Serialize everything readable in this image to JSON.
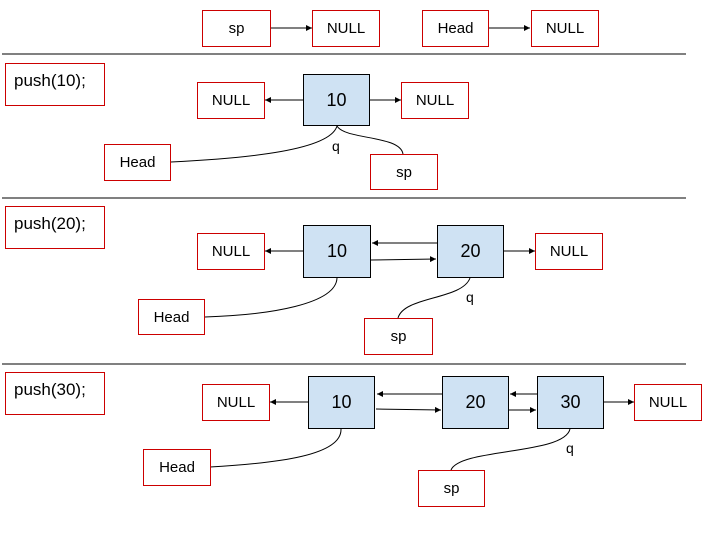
{
  "labels": {
    "sp": "sp",
    "null": "NULL",
    "head": "Head",
    "q": "q"
  },
  "steps": [
    {
      "code": "push(10);",
      "nodes": [
        "10"
      ]
    },
    {
      "code": "push(20);",
      "nodes": [
        "10",
        "20"
      ]
    },
    {
      "code": "push(30);",
      "nodes": [
        "10",
        "20",
        "30"
      ]
    }
  ],
  "colors": {
    "node_fill": "#cfe2f3",
    "pointer_border": "#cc0000",
    "line": "#000000"
  }
}
